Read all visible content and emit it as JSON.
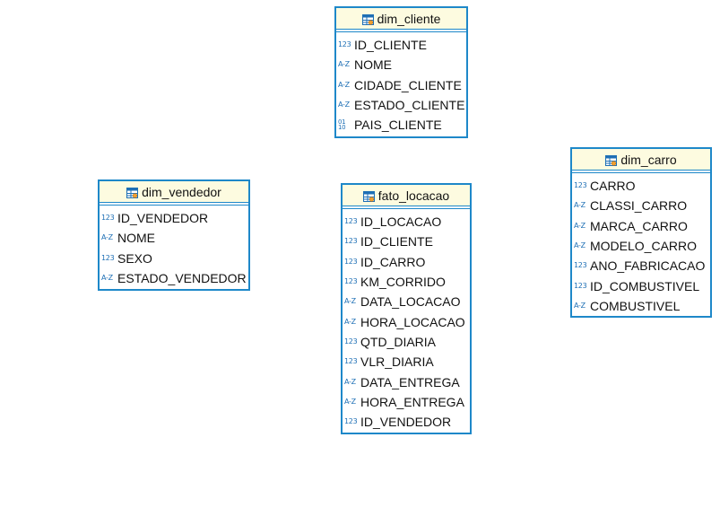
{
  "tables": [
    {
      "id": "dim_cliente",
      "name": "dim_cliente",
      "columns": [
        {
          "type": "123",
          "name": "ID_CLIENTE"
        },
        {
          "type": "A-Z",
          "name": "NOME"
        },
        {
          "type": "A-Z",
          "name": "CIDADE_CLIENTE"
        },
        {
          "type": "A-Z",
          "name": "ESTADO_CLIENTE"
        },
        {
          "type": "01 10",
          "name": "PAIS_CLIENTE"
        }
      ]
    },
    {
      "id": "dim_vendedor",
      "name": "dim_vendedor",
      "columns": [
        {
          "type": "123",
          "name": "ID_VENDEDOR"
        },
        {
          "type": "A-Z",
          "name": "NOME"
        },
        {
          "type": "123",
          "name": "SEXO"
        },
        {
          "type": "A-Z",
          "name": "ESTADO_VENDEDOR"
        }
      ]
    },
    {
      "id": "fato_locacao",
      "name": "fato_locacao",
      "columns": [
        {
          "type": "123",
          "name": "ID_LOCACAO"
        },
        {
          "type": "123",
          "name": "ID_CLIENTE"
        },
        {
          "type": "123",
          "name": "ID_CARRO"
        },
        {
          "type": "123",
          "name": "KM_CORRIDO"
        },
        {
          "type": "A-Z",
          "name": "DATA_LOCACAO"
        },
        {
          "type": "A-Z",
          "name": "HORA_LOCACAO"
        },
        {
          "type": "123",
          "name": "QTD_DIARIA"
        },
        {
          "type": "123",
          "name": "VLR_DIARIA"
        },
        {
          "type": "A-Z",
          "name": "DATA_ENTREGA"
        },
        {
          "type": "A-Z",
          "name": "HORA_ENTREGA"
        },
        {
          "type": "123",
          "name": "ID_VENDEDOR"
        }
      ]
    },
    {
      "id": "dim_carro",
      "name": "dim_carro",
      "columns": [
        {
          "type": "123",
          "name": "CARRO"
        },
        {
          "type": "A-Z",
          "name": "CLASSI_CARRO"
        },
        {
          "type": "A-Z",
          "name": "MARCA_CARRO"
        },
        {
          "type": "A-Z",
          "name": "MODELO_CARRO"
        },
        {
          "type": "123",
          "name": "ANO_FABRICACAO"
        },
        {
          "type": "123",
          "name": "ID_COMBUSTIVEL"
        },
        {
          "type": "A-Z",
          "name": "COMBUSTIVEL"
        }
      ]
    }
  ],
  "colors": {
    "border": "#1e88c9",
    "header_bg": "#fdfbe0",
    "type_icon": "#1e6fb5"
  },
  "icons": {
    "table": "table-icon",
    "numeric": "numeric-type-icon",
    "string": "string-type-icon",
    "binary": "binary-type-icon"
  }
}
